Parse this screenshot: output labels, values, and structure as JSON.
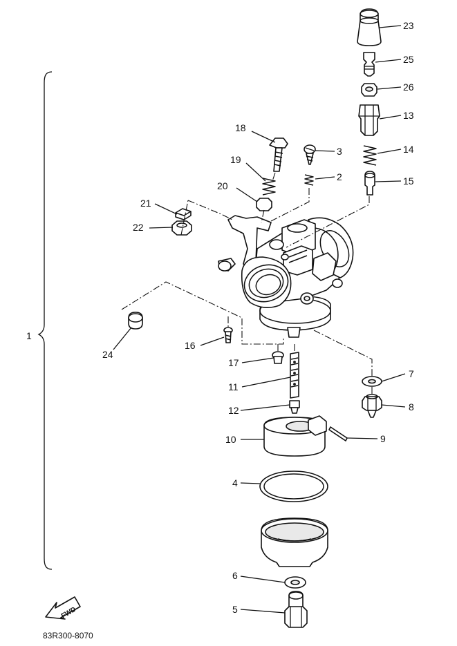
{
  "diagram": {
    "assembly_label": "1",
    "drawing_code": "83R300-8070",
    "fwd_arrow_text": "FWD",
    "callouts": [
      {
        "id": "c23",
        "text": "23"
      },
      {
        "id": "c25",
        "text": "25"
      },
      {
        "id": "c26",
        "text": "26"
      },
      {
        "id": "c13",
        "text": "13"
      },
      {
        "id": "c14",
        "text": "14"
      },
      {
        "id": "c15",
        "text": "15"
      },
      {
        "id": "c18",
        "text": "18"
      },
      {
        "id": "c3",
        "text": "3"
      },
      {
        "id": "c19",
        "text": "19"
      },
      {
        "id": "c2",
        "text": "2"
      },
      {
        "id": "c20",
        "text": "20"
      },
      {
        "id": "c21",
        "text": "21"
      },
      {
        "id": "c22",
        "text": "22"
      },
      {
        "id": "c24",
        "text": "24"
      },
      {
        "id": "c16",
        "text": "16"
      },
      {
        "id": "c17",
        "text": "17"
      },
      {
        "id": "c11",
        "text": "11"
      },
      {
        "id": "c12",
        "text": "12"
      },
      {
        "id": "c10",
        "text": "10"
      },
      {
        "id": "c9",
        "text": "9"
      },
      {
        "id": "c7",
        "text": "7"
      },
      {
        "id": "c8",
        "text": "8"
      },
      {
        "id": "c4",
        "text": "4"
      },
      {
        "id": "c6",
        "text": "6"
      },
      {
        "id": "c5",
        "text": "5"
      }
    ]
  }
}
